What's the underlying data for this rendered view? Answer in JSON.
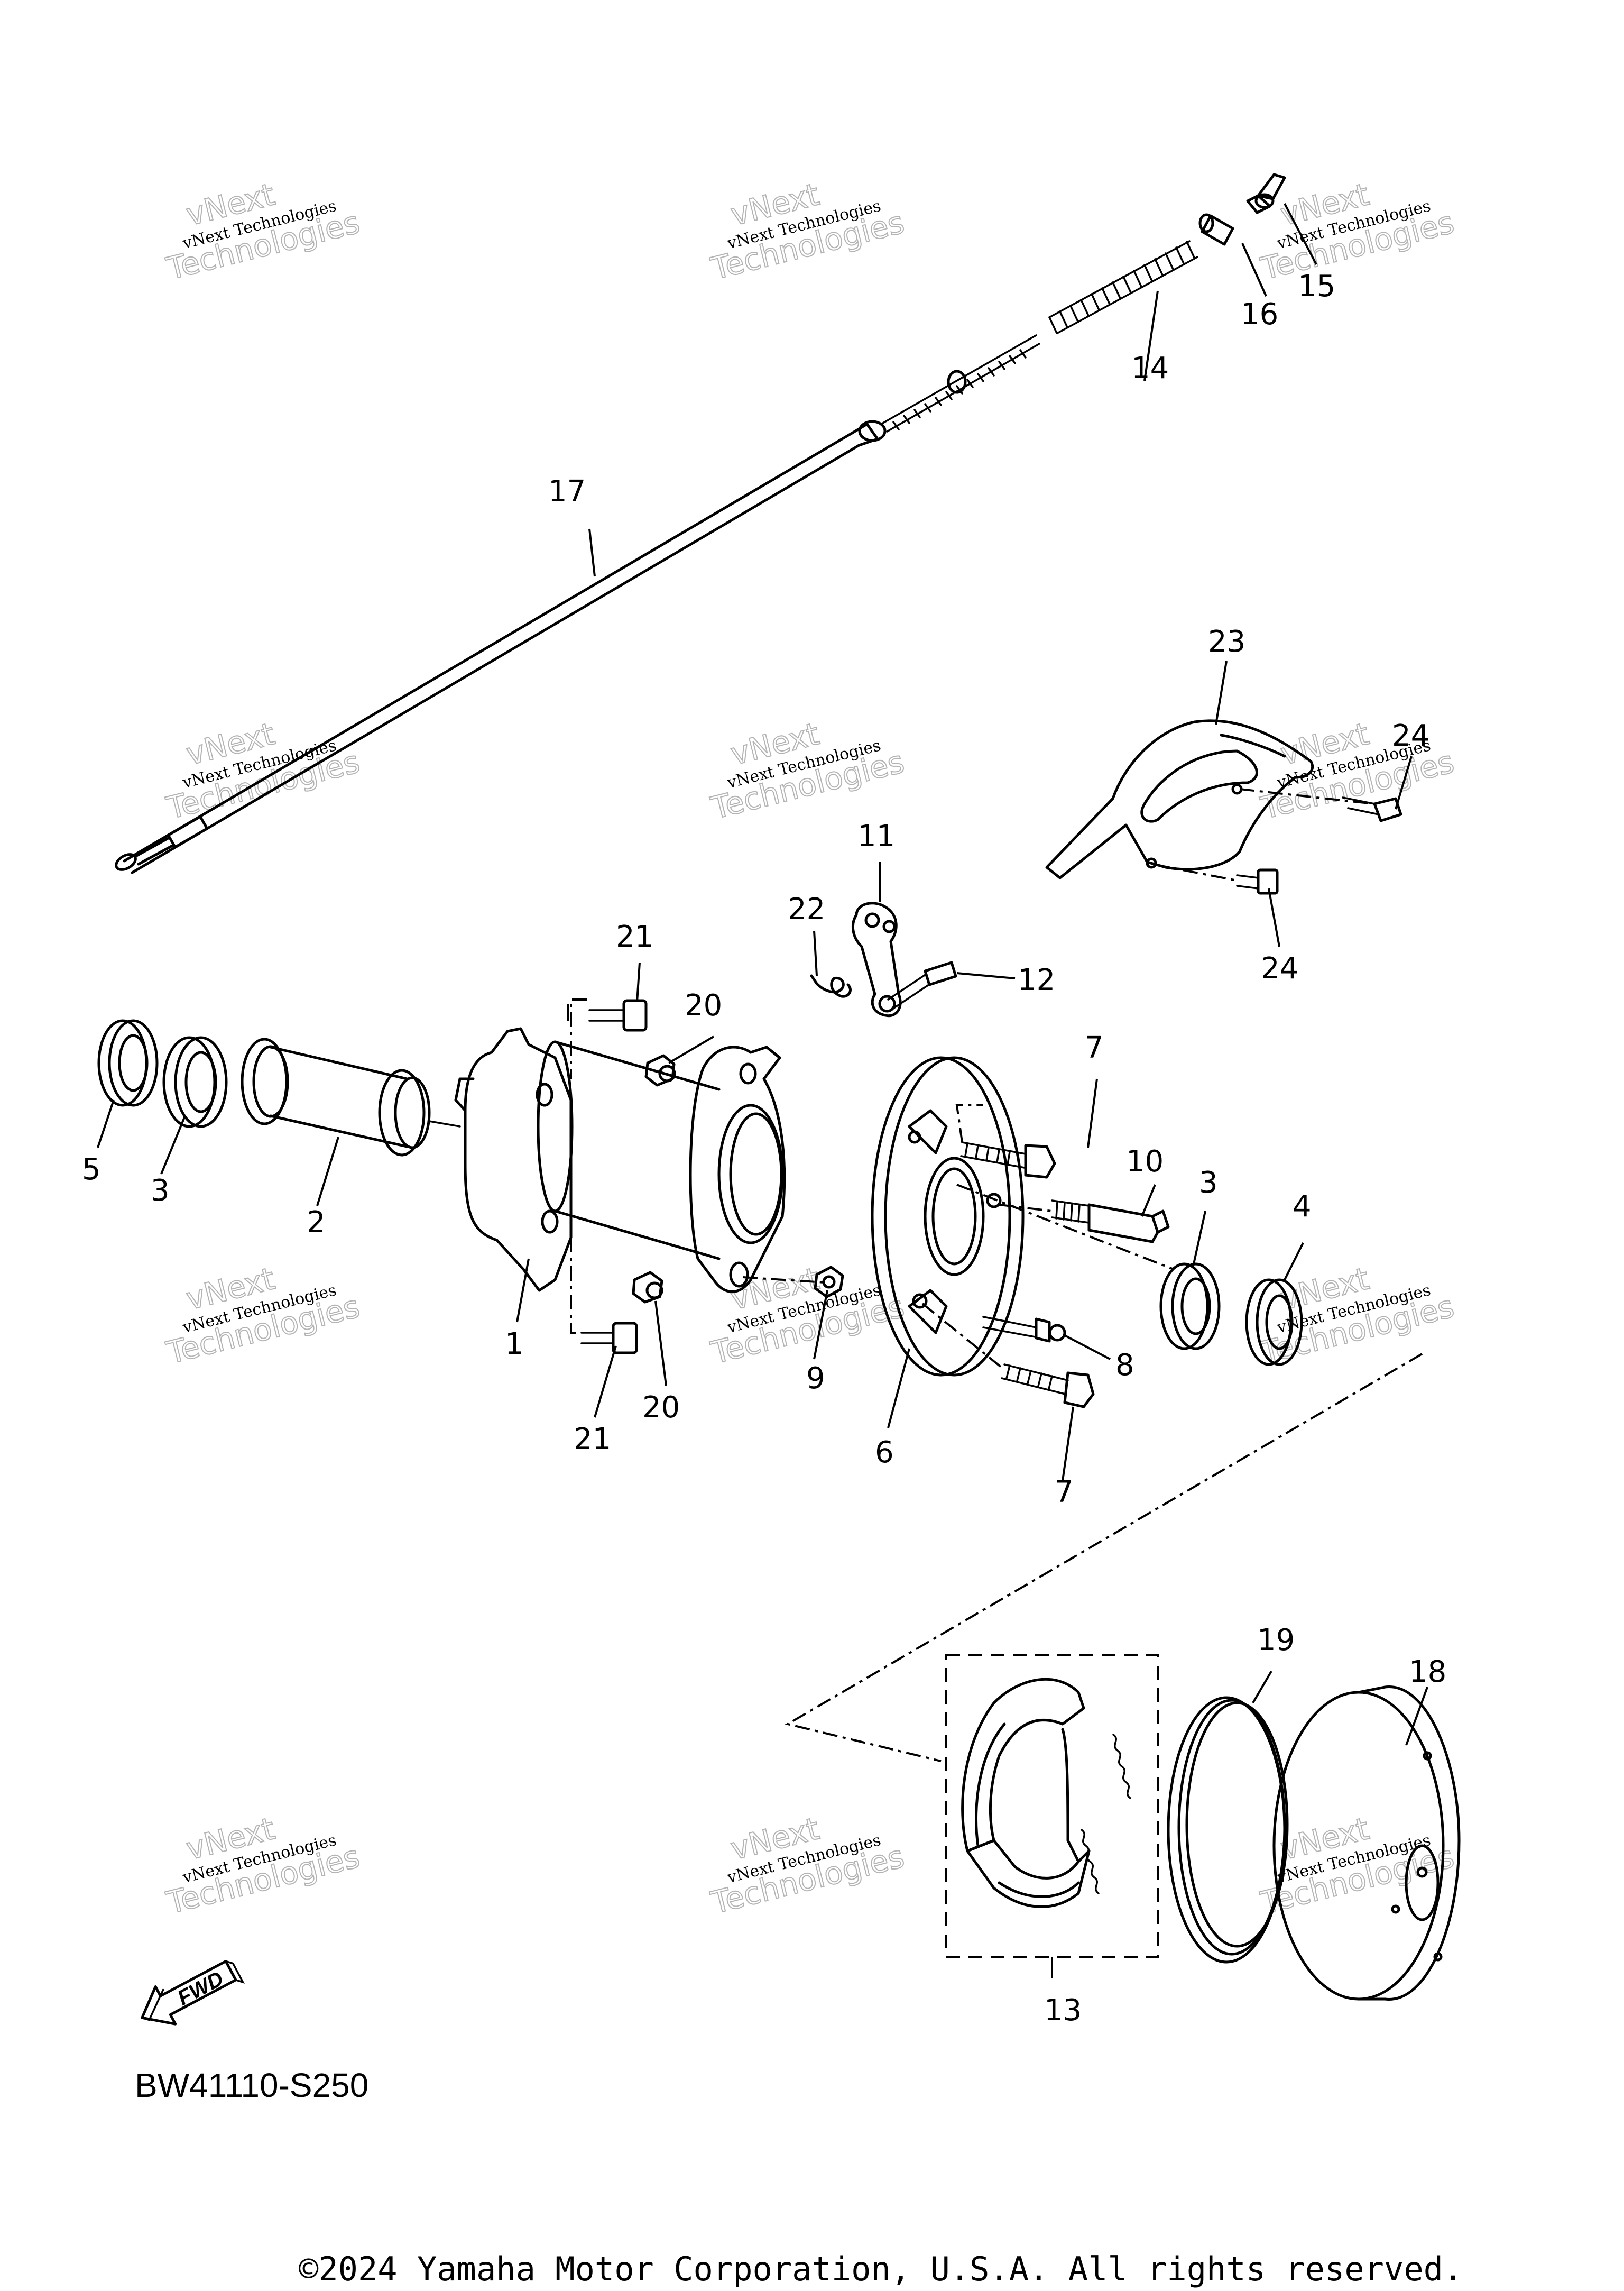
{
  "diagram": {
    "code": "BW41110-S250",
    "copyright": "©2024 Yamaha Motor Corporation, U.S.A. All rights reserved.",
    "fwd_label": "FWD",
    "watermark": {
      "line1": "vNext",
      "line2": "vNext Technologies",
      "line3": "Technologies"
    },
    "callouts": {
      "c1": "1",
      "c2": "2",
      "c3a": "3",
      "c3b": "3",
      "c4": "4",
      "c5": "5",
      "c6": "6",
      "c7a": "7",
      "c7b": "7",
      "c8": "8",
      "c9": "9",
      "c10": "10",
      "c11": "11",
      "c12": "12",
      "c13": "13",
      "c14": "14",
      "c15": "15",
      "c16": "16",
      "c17": "17",
      "c18": "18",
      "c19": "19",
      "c20a": "20",
      "c20b": "20",
      "c21a": "21",
      "c21b": "21",
      "c22": "22",
      "c23": "23",
      "c24a": "24",
      "c24b": "24"
    }
  }
}
